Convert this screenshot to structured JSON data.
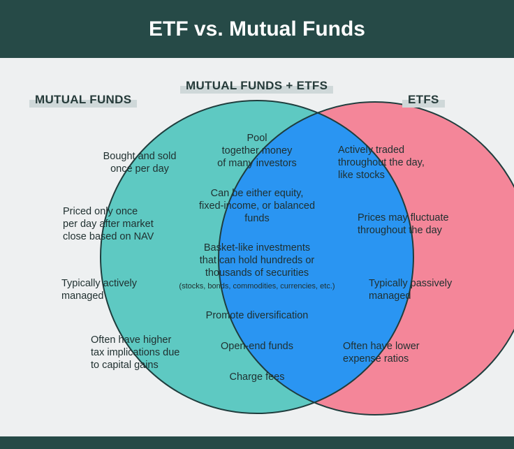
{
  "title": "ETF vs. Mutual Funds",
  "labels": {
    "left": "MUTUAL FUNDS",
    "center": "MUTUAL FUNDS + ETFS",
    "right": "ETFS"
  },
  "colors": {
    "header": "#264a47",
    "mutual_funds": "#5ec9c2",
    "etfs": "#f48699",
    "overlap": "#2a95f2",
    "outline": "#1f3d3d"
  },
  "mutual_funds": [
    "Bought and sold\nonce per day",
    "Priced only once\nper day after market\nclose based on NAV",
    "Typically actively\nmanaged",
    "Often have higher\ntax implications due\nto capital gains"
  ],
  "shared": [
    "Pool\ntogether money\nof many investors",
    "Can be either equity,\nfixed-income, or balanced\nfunds",
    "Basket-like investments\nthat can hold hundreds or\nthousands of securities",
    "(stocks, bonds, commodities, currencies, etc.)",
    "Promote diversification",
    "Open-end funds",
    "Charge fees"
  ],
  "etfs": [
    "Actively traded\nthroughout the day,\nlike stocks",
    "Prices may fluctuate\nthroughout the day",
    "Typically passively\nmanaged",
    "Often have lower\nexpense ratios"
  ]
}
